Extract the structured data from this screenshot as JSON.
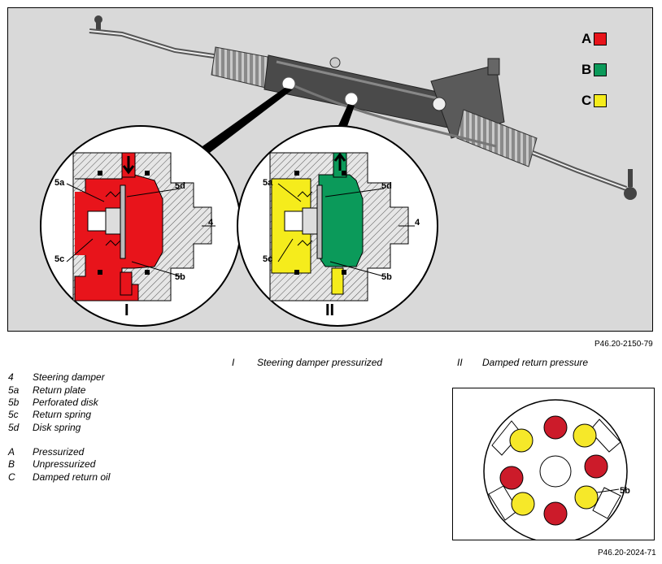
{
  "main_figure": {
    "view_I_label": "I",
    "view_II_label": "II",
    "callouts": {
      "c5a": "5a",
      "c5d": "5d",
      "c5c": "5c",
      "c5b": "5b",
      "c4": "4"
    },
    "color_key": [
      {
        "letter": "A",
        "color": "#e8141b"
      },
      {
        "letter": "B",
        "color": "#0b9a5a"
      },
      {
        "letter": "C",
        "color": "#f5ec1c"
      }
    ],
    "figure_ref": "P46.20-2150-79"
  },
  "captions": {
    "I_num": "I",
    "I_text": "Steering damper pressurized",
    "II_num": "II",
    "II_text": "Damped return pressure"
  },
  "legend": [
    {
      "key": "4",
      "text": "Steering damper"
    },
    {
      "key": "5a",
      "text": "Return plate"
    },
    {
      "key": "5b",
      "text": "Perforated disk"
    },
    {
      "key": "5c",
      "text": "Return spring"
    },
    {
      "key": "5d",
      "text": "Disk spring"
    },
    {
      "key": "A",
      "text": "Pressurized"
    },
    {
      "key": "B",
      "text": "Unpressurized"
    },
    {
      "key": "C",
      "text": "Damped return oil"
    }
  ],
  "disk_figure": {
    "label": "5b",
    "figure_ref": "P46.20-2024-71"
  },
  "colors": {
    "red": "#e8141b",
    "green": "#0b9a5a",
    "yellow": "#f5ec1c",
    "panel_bg": "#d9d9d9"
  }
}
